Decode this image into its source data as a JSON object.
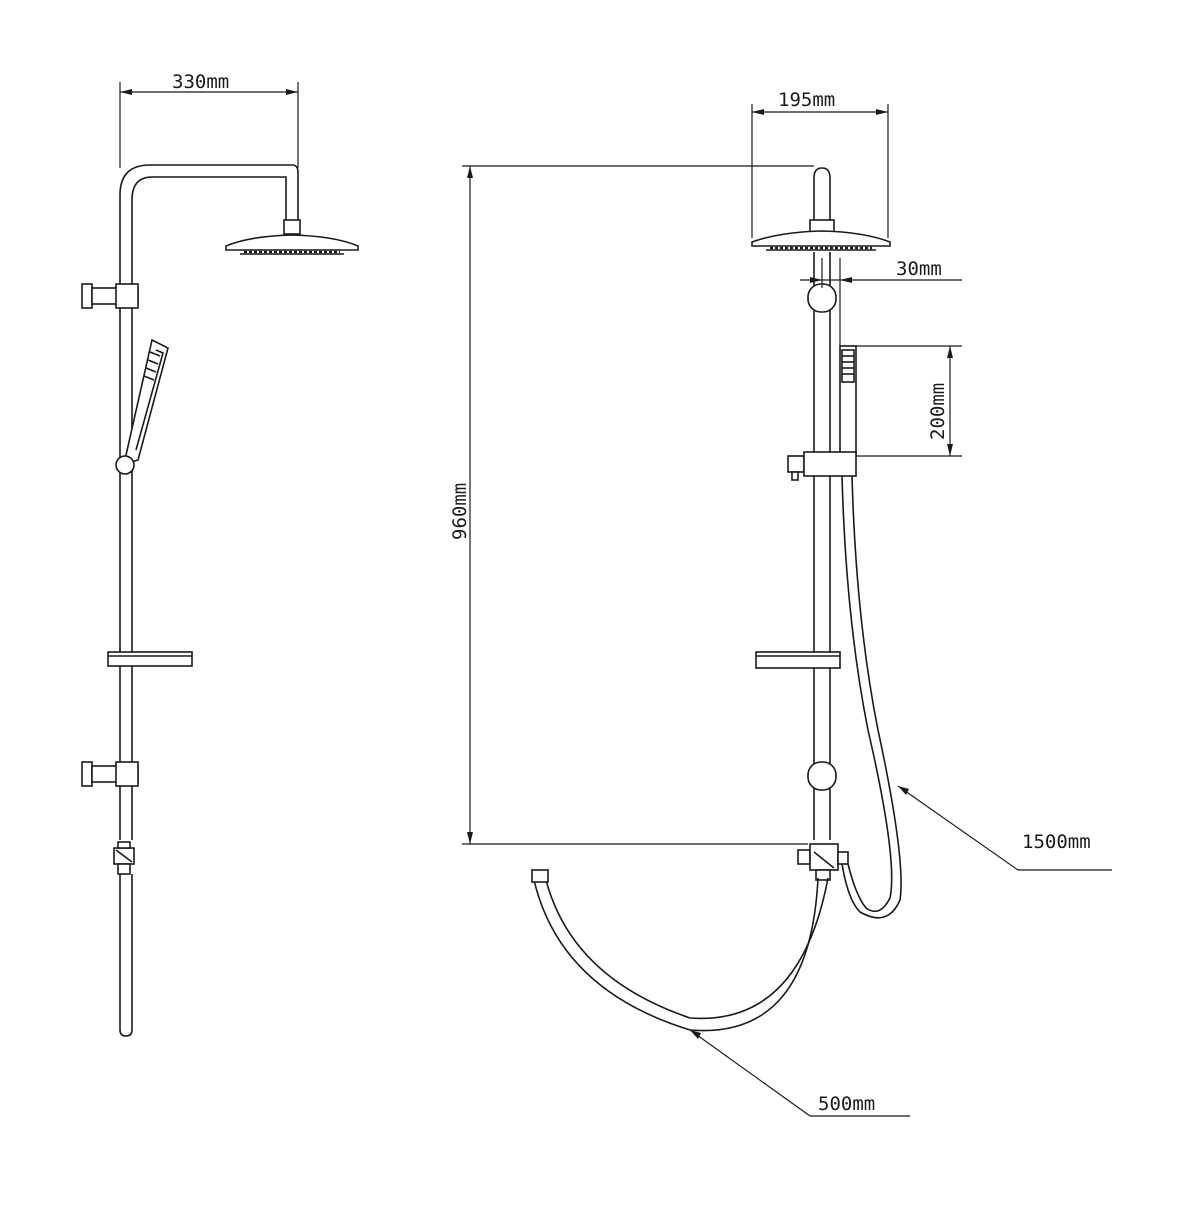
{
  "dimensions": {
    "head_reach": "330mm",
    "head_diameter": "195mm",
    "bar_offset": "30mm",
    "hand_shower_length": "200mm",
    "riser_height": "960mm",
    "hose_long": "1500mm",
    "hose_short": "500mm"
  }
}
